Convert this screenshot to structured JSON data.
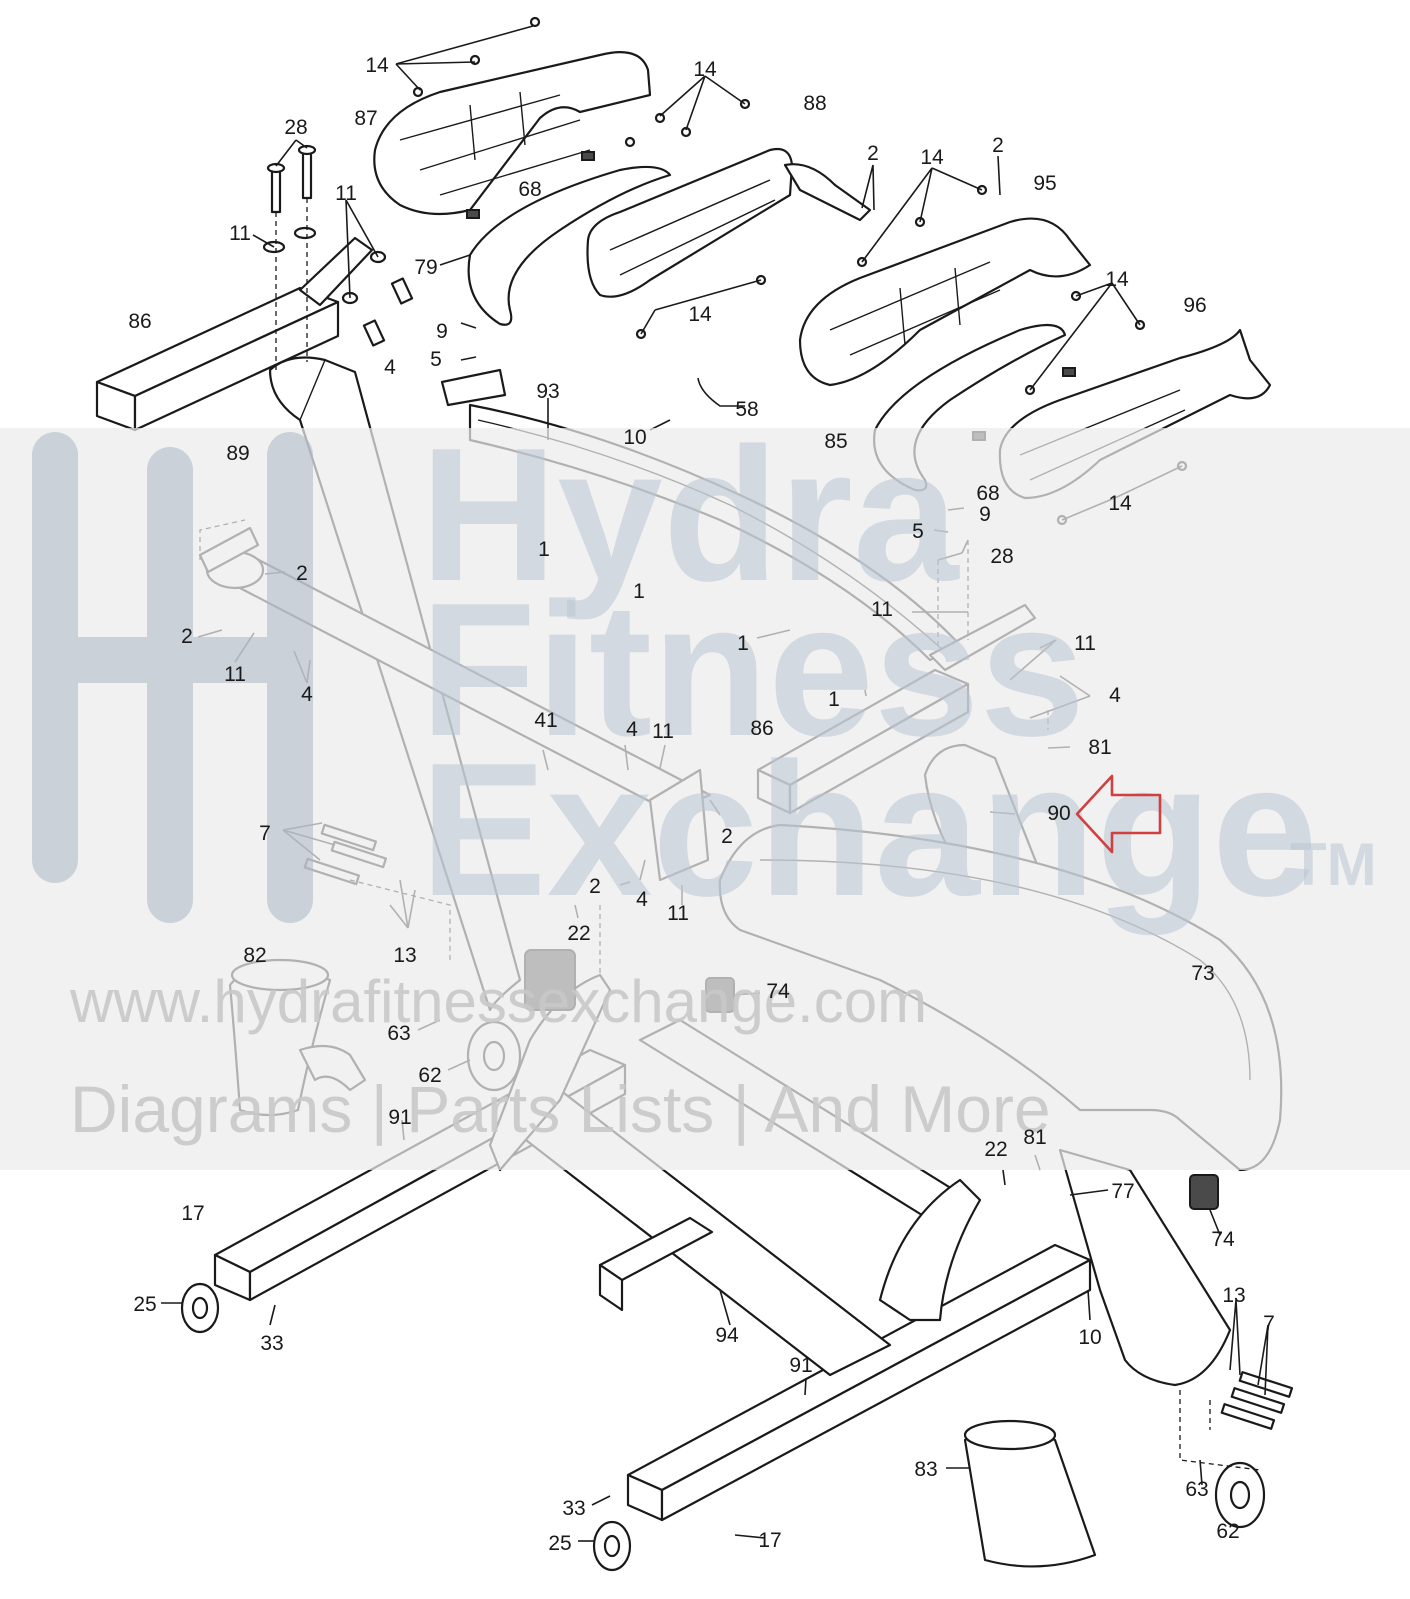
{
  "watermark": {
    "line1": "Hydra",
    "line2": "Fitness",
    "line3": "Exchange",
    "tm": "TM",
    "url": "www.hydrafitnessexchange.com",
    "tagline": "Diagrams | Parts Lists | And More"
  },
  "highlight_color": "#d04040",
  "callouts": [
    {
      "id": "c14a",
      "text": "14"
    },
    {
      "id": "c87",
      "text": "87"
    },
    {
      "id": "c14b",
      "text": "14"
    },
    {
      "id": "c88",
      "text": "88"
    },
    {
      "id": "c28a",
      "text": "28"
    },
    {
      "id": "c11a",
      "text": "11"
    },
    {
      "id": "c11b",
      "text": "11"
    },
    {
      "id": "c68a",
      "text": "68"
    },
    {
      "id": "c79",
      "text": "79"
    },
    {
      "id": "c2a",
      "text": "2"
    },
    {
      "id": "c14c",
      "text": "14"
    },
    {
      "id": "c2b",
      "text": "2"
    },
    {
      "id": "c95",
      "text": "95"
    },
    {
      "id": "c14d",
      "text": "14"
    },
    {
      "id": "c86a",
      "text": "86"
    },
    {
      "id": "c4a",
      "text": "4"
    },
    {
      "id": "c9a",
      "text": "9"
    },
    {
      "id": "c5a",
      "text": "5"
    },
    {
      "id": "c14e",
      "text": "14"
    },
    {
      "id": "c96",
      "text": "96"
    },
    {
      "id": "c93",
      "text": "93"
    },
    {
      "id": "c58",
      "text": "58"
    },
    {
      "id": "c10a",
      "text": "10"
    },
    {
      "id": "c85",
      "text": "85"
    },
    {
      "id": "c89",
      "text": "89"
    },
    {
      "id": "c68b",
      "text": "68"
    },
    {
      "id": "c9b",
      "text": "9"
    },
    {
      "id": "c14f",
      "text": "14"
    },
    {
      "id": "c1a",
      "text": "1"
    },
    {
      "id": "c5b",
      "text": "5"
    },
    {
      "id": "c28b",
      "text": "28"
    },
    {
      "id": "c2c",
      "text": "2"
    },
    {
      "id": "c1b",
      "text": "1"
    },
    {
      "id": "c11c",
      "text": "11"
    },
    {
      "id": "c2d",
      "text": "2"
    },
    {
      "id": "c1c",
      "text": "1"
    },
    {
      "id": "c11d",
      "text": "11"
    },
    {
      "id": "c11e",
      "text": "11"
    },
    {
      "id": "c4b",
      "text": "4"
    },
    {
      "id": "c4c",
      "text": "4"
    },
    {
      "id": "c1d",
      "text": "1"
    },
    {
      "id": "c41",
      "text": "41"
    },
    {
      "id": "c4d",
      "text": "4"
    },
    {
      "id": "c11f",
      "text": "11"
    },
    {
      "id": "c86b",
      "text": "86"
    },
    {
      "id": "c81a",
      "text": "81"
    },
    {
      "id": "c90",
      "text": "90"
    },
    {
      "id": "c7a",
      "text": "7"
    },
    {
      "id": "c2e",
      "text": "2"
    },
    {
      "id": "c2f",
      "text": "2"
    },
    {
      "id": "c4e",
      "text": "4"
    },
    {
      "id": "c11g",
      "text": "11"
    },
    {
      "id": "c13a",
      "text": "13"
    },
    {
      "id": "c22a",
      "text": "22"
    },
    {
      "id": "c82",
      "text": "82"
    },
    {
      "id": "c74a",
      "text": "74"
    },
    {
      "id": "c73",
      "text": "73"
    },
    {
      "id": "c63a",
      "text": "63"
    },
    {
      "id": "c62a",
      "text": "62"
    },
    {
      "id": "c91a",
      "text": "91"
    },
    {
      "id": "c22b",
      "text": "22"
    },
    {
      "id": "c81b",
      "text": "81"
    },
    {
      "id": "c77",
      "text": "77"
    },
    {
      "id": "c17a",
      "text": "17"
    },
    {
      "id": "c74b",
      "text": "74"
    },
    {
      "id": "c25a",
      "text": "25"
    },
    {
      "id": "c33a",
      "text": "33"
    },
    {
      "id": "c94",
      "text": "94"
    },
    {
      "id": "c13b",
      "text": "13"
    },
    {
      "id": "c10b",
      "text": "10"
    },
    {
      "id": "c7b",
      "text": "7"
    },
    {
      "id": "c91b",
      "text": "91"
    },
    {
      "id": "c83",
      "text": "83"
    },
    {
      "id": "c33b",
      "text": "33"
    },
    {
      "id": "c63b",
      "text": "63"
    },
    {
      "id": "c25b",
      "text": "25"
    },
    {
      "id": "c17b",
      "text": "17"
    },
    {
      "id": "c62b",
      "text": "62"
    }
  ]
}
